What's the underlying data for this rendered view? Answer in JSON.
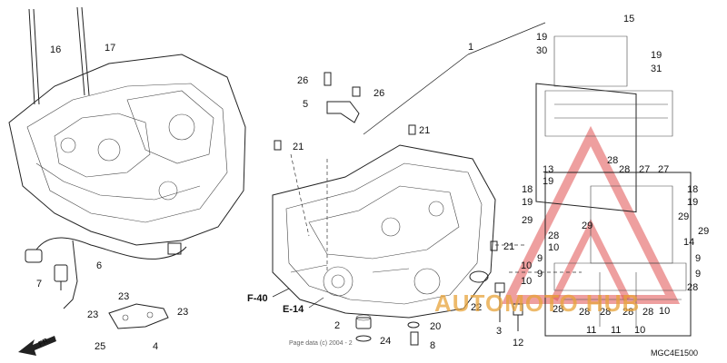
{
  "diagram": {
    "diagram_code": "MGC4E1500",
    "watermark_text": "AUTOMOTO HUB",
    "footer_text": "Page data (c) 2004 - 2",
    "references": {
      "f40": "F-40",
      "e14": "E-14",
      "front": "FR."
    },
    "callouts": {
      "c1": "1",
      "c2": "2",
      "c3": "3",
      "c4": "4",
      "c5": "5",
      "c6": "6",
      "c7": "7",
      "c8": "8",
      "c9a": "9",
      "c9b": "9",
      "c9c": "9",
      "c9d": "9",
      "c10a": "10",
      "c10b": "10",
      "c10c": "10",
      "c10d": "10",
      "c10e": "10",
      "c11a": "11",
      "c11b": "11",
      "c12": "12",
      "c13": "13",
      "c14": "14",
      "c15": "15",
      "c16": "16",
      "c17": "17",
      "c18a": "18",
      "c18b": "18",
      "c19a": "19",
      "c19b": "19",
      "c19c": "19",
      "c19d": "19",
      "c19e": "19",
      "c20": "20",
      "c21a": "21",
      "c21b": "21",
      "c21c": "21",
      "c22": "22",
      "c23a": "23",
      "c23b": "23",
      "c23c": "23",
      "c24": "24",
      "c25": "25",
      "c26a": "26",
      "c26b": "26",
      "c27a": "27",
      "c27b": "27",
      "c28a": "28",
      "c28b": "28",
      "c28c": "28",
      "c28d": "28",
      "c28e": "28",
      "c28f": "28",
      "c28g": "28",
      "c28h": "28",
      "c28i": "28",
      "c29a": "29",
      "c29b": "29",
      "c29c": "29",
      "c29d": "29",
      "c30": "30",
      "c31": "31"
    },
    "colors": {
      "line": "#222222",
      "watermark": "#e8a33a",
      "watermark_triangle": "#e05050"
    }
  }
}
